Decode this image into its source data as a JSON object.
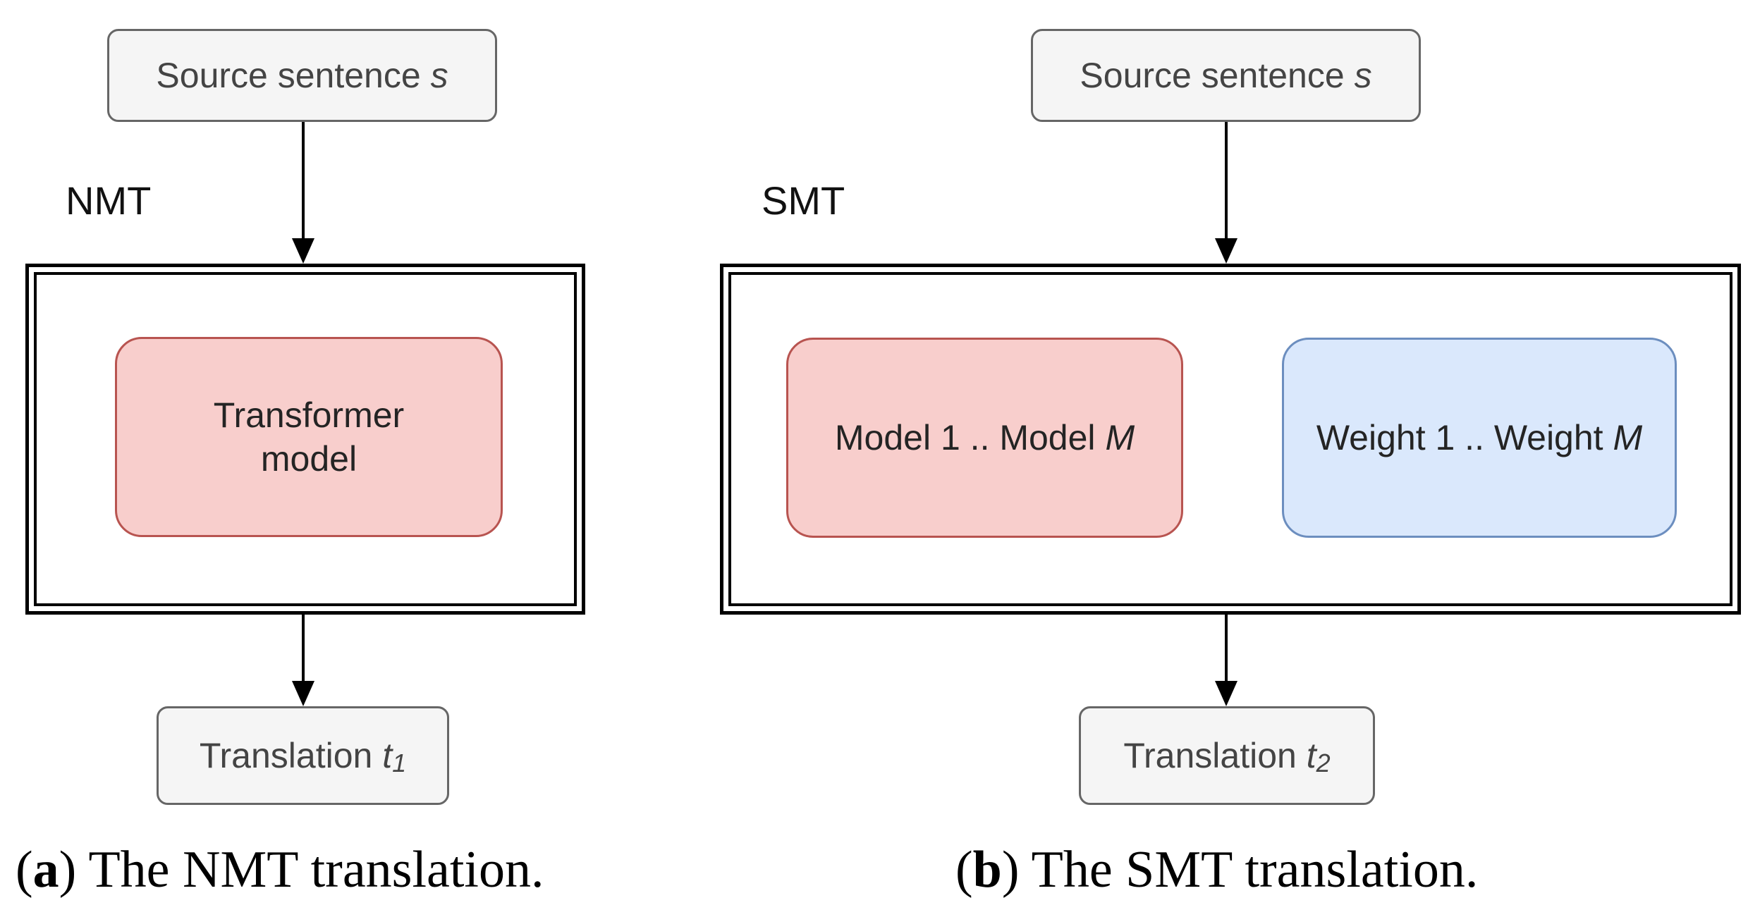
{
  "diagram": {
    "panel_a": {
      "system_label": "NMT",
      "source_box": {
        "prefix": "Source sentence ",
        "variable": "s"
      },
      "model_box": {
        "line1": "Transformer",
        "line2": "model"
      },
      "translation_box": {
        "prefix": "Translation ",
        "variable": "t",
        "subscript": "1"
      },
      "caption": {
        "open": "(",
        "letter": "a",
        "rest": ") The NMT translation."
      }
    },
    "panel_b": {
      "system_label": "SMT",
      "source_box": {
        "prefix": "Source sentence ",
        "variable": "s"
      },
      "models_box": {
        "prefix": "Model 1 .. Model ",
        "variable": "M"
      },
      "weights_box": {
        "prefix": "Weight 1 .. Weight ",
        "variable": "M"
      },
      "translation_box": {
        "prefix": "Translation ",
        "variable": "t",
        "subscript": "2"
      },
      "caption": {
        "open": "(",
        "letter": "b",
        "rest": ") The SMT translation."
      }
    },
    "colors": {
      "terminal_fill": "#f5f5f5",
      "terminal_border": "#666666",
      "model_fill": "#f8cecc",
      "model_border": "#b85450",
      "weight_fill": "#dae8fc",
      "weight_border": "#6c8ebf",
      "container_border": "#000000",
      "arrow": "#000000"
    }
  }
}
